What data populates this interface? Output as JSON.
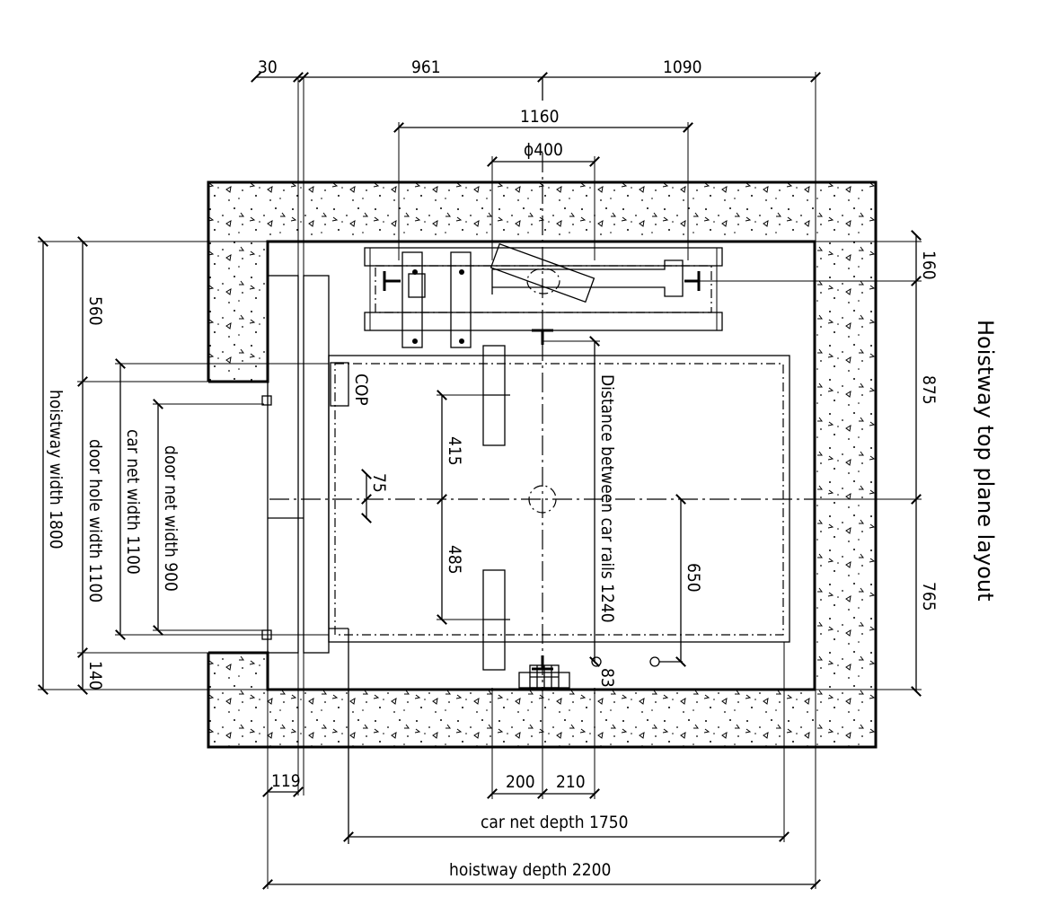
{
  "title": "Hoistway top plane layout",
  "labels": {
    "cop": "COP",
    "car_rails_distance": "Distance between car rails 1240",
    "hoistway_width": "hoistway width 1800",
    "door_hole_width": "door hole width 1100",
    "car_net_width": "car net width 1100",
    "door_net_width": "door net width 900",
    "hoistway_depth": "hoistway depth 2200",
    "car_net_depth": "car net depth 1750"
  },
  "dimensions": {
    "top_30": "30",
    "top_961": "961",
    "top_1090": "1090",
    "dim_1160": "1160",
    "dim_phi400": "ϕ400",
    "right_160": "160",
    "right_875": "875",
    "right_765": "765",
    "left_560": "560",
    "left_140": "140",
    "inner_415": "415",
    "inner_485": "485",
    "inner_75": "75",
    "inner_650": "650",
    "inner_83": "83",
    "bottom_119": "119",
    "bottom_200": "200",
    "bottom_210": "210"
  }
}
